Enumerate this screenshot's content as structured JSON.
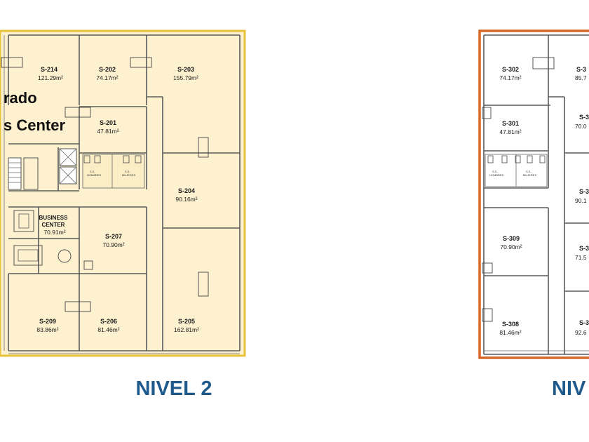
{
  "colors": {
    "level2_border": "#e8c23a",
    "level2_fill": "#fdf1cf",
    "level3_border": "#d9692a",
    "level3_fill": "#ffffff",
    "label_color": "#1f5a8c"
  },
  "level2": {
    "label": "NIVEL 2",
    "overlay_line1": "rado",
    "overlay_line2": "s Center",
    "business_center_line1": "BUSINESS",
    "business_center_line2": "CENTER",
    "business_center_area": "70.91m²",
    "wc_label_1": "S.S.",
    "wc_label_2": "HOMBRES",
    "wc_label_3": "S.S.",
    "wc_label_4": "MUJERES",
    "rooms": [
      {
        "code": "S-214",
        "area": "121.29m²"
      },
      {
        "code": "S-202",
        "area": "74.17m²"
      },
      {
        "code": "S-203",
        "area": "155.79m²"
      },
      {
        "code": "S-201",
        "area": "47.81m²"
      },
      {
        "code": "S-204",
        "area": "90.16m²"
      },
      {
        "code": "S-207",
        "area": "70.90m²"
      },
      {
        "code": "S-209",
        "area": "83.86m²"
      },
      {
        "code": "S-206",
        "area": "81.46m²"
      },
      {
        "code": "S-205",
        "area": "162.81m²"
      }
    ]
  },
  "level3": {
    "label": "NIV",
    "wc_label_1": "S.S.",
    "wc_label_2": "HOMBRES",
    "wc_label_3": "S.S.",
    "wc_label_4": "MUJERES",
    "rooms": [
      {
        "code": "S-302",
        "area": "74.17m²"
      },
      {
        "code": "S-3",
        "area": "85.7"
      },
      {
        "code": "S-301",
        "area": "47.81m²"
      },
      {
        "code": "S-3",
        "area": "70.0"
      },
      {
        "code": "S-3",
        "area": "90.1"
      },
      {
        "code": "S-309",
        "area": "70.90m²"
      },
      {
        "code": "S-3",
        "area": "71.5"
      },
      {
        "code": "S-308",
        "area": "81.46m²"
      },
      {
        "code": "S-3",
        "area": "92.6"
      }
    ]
  }
}
